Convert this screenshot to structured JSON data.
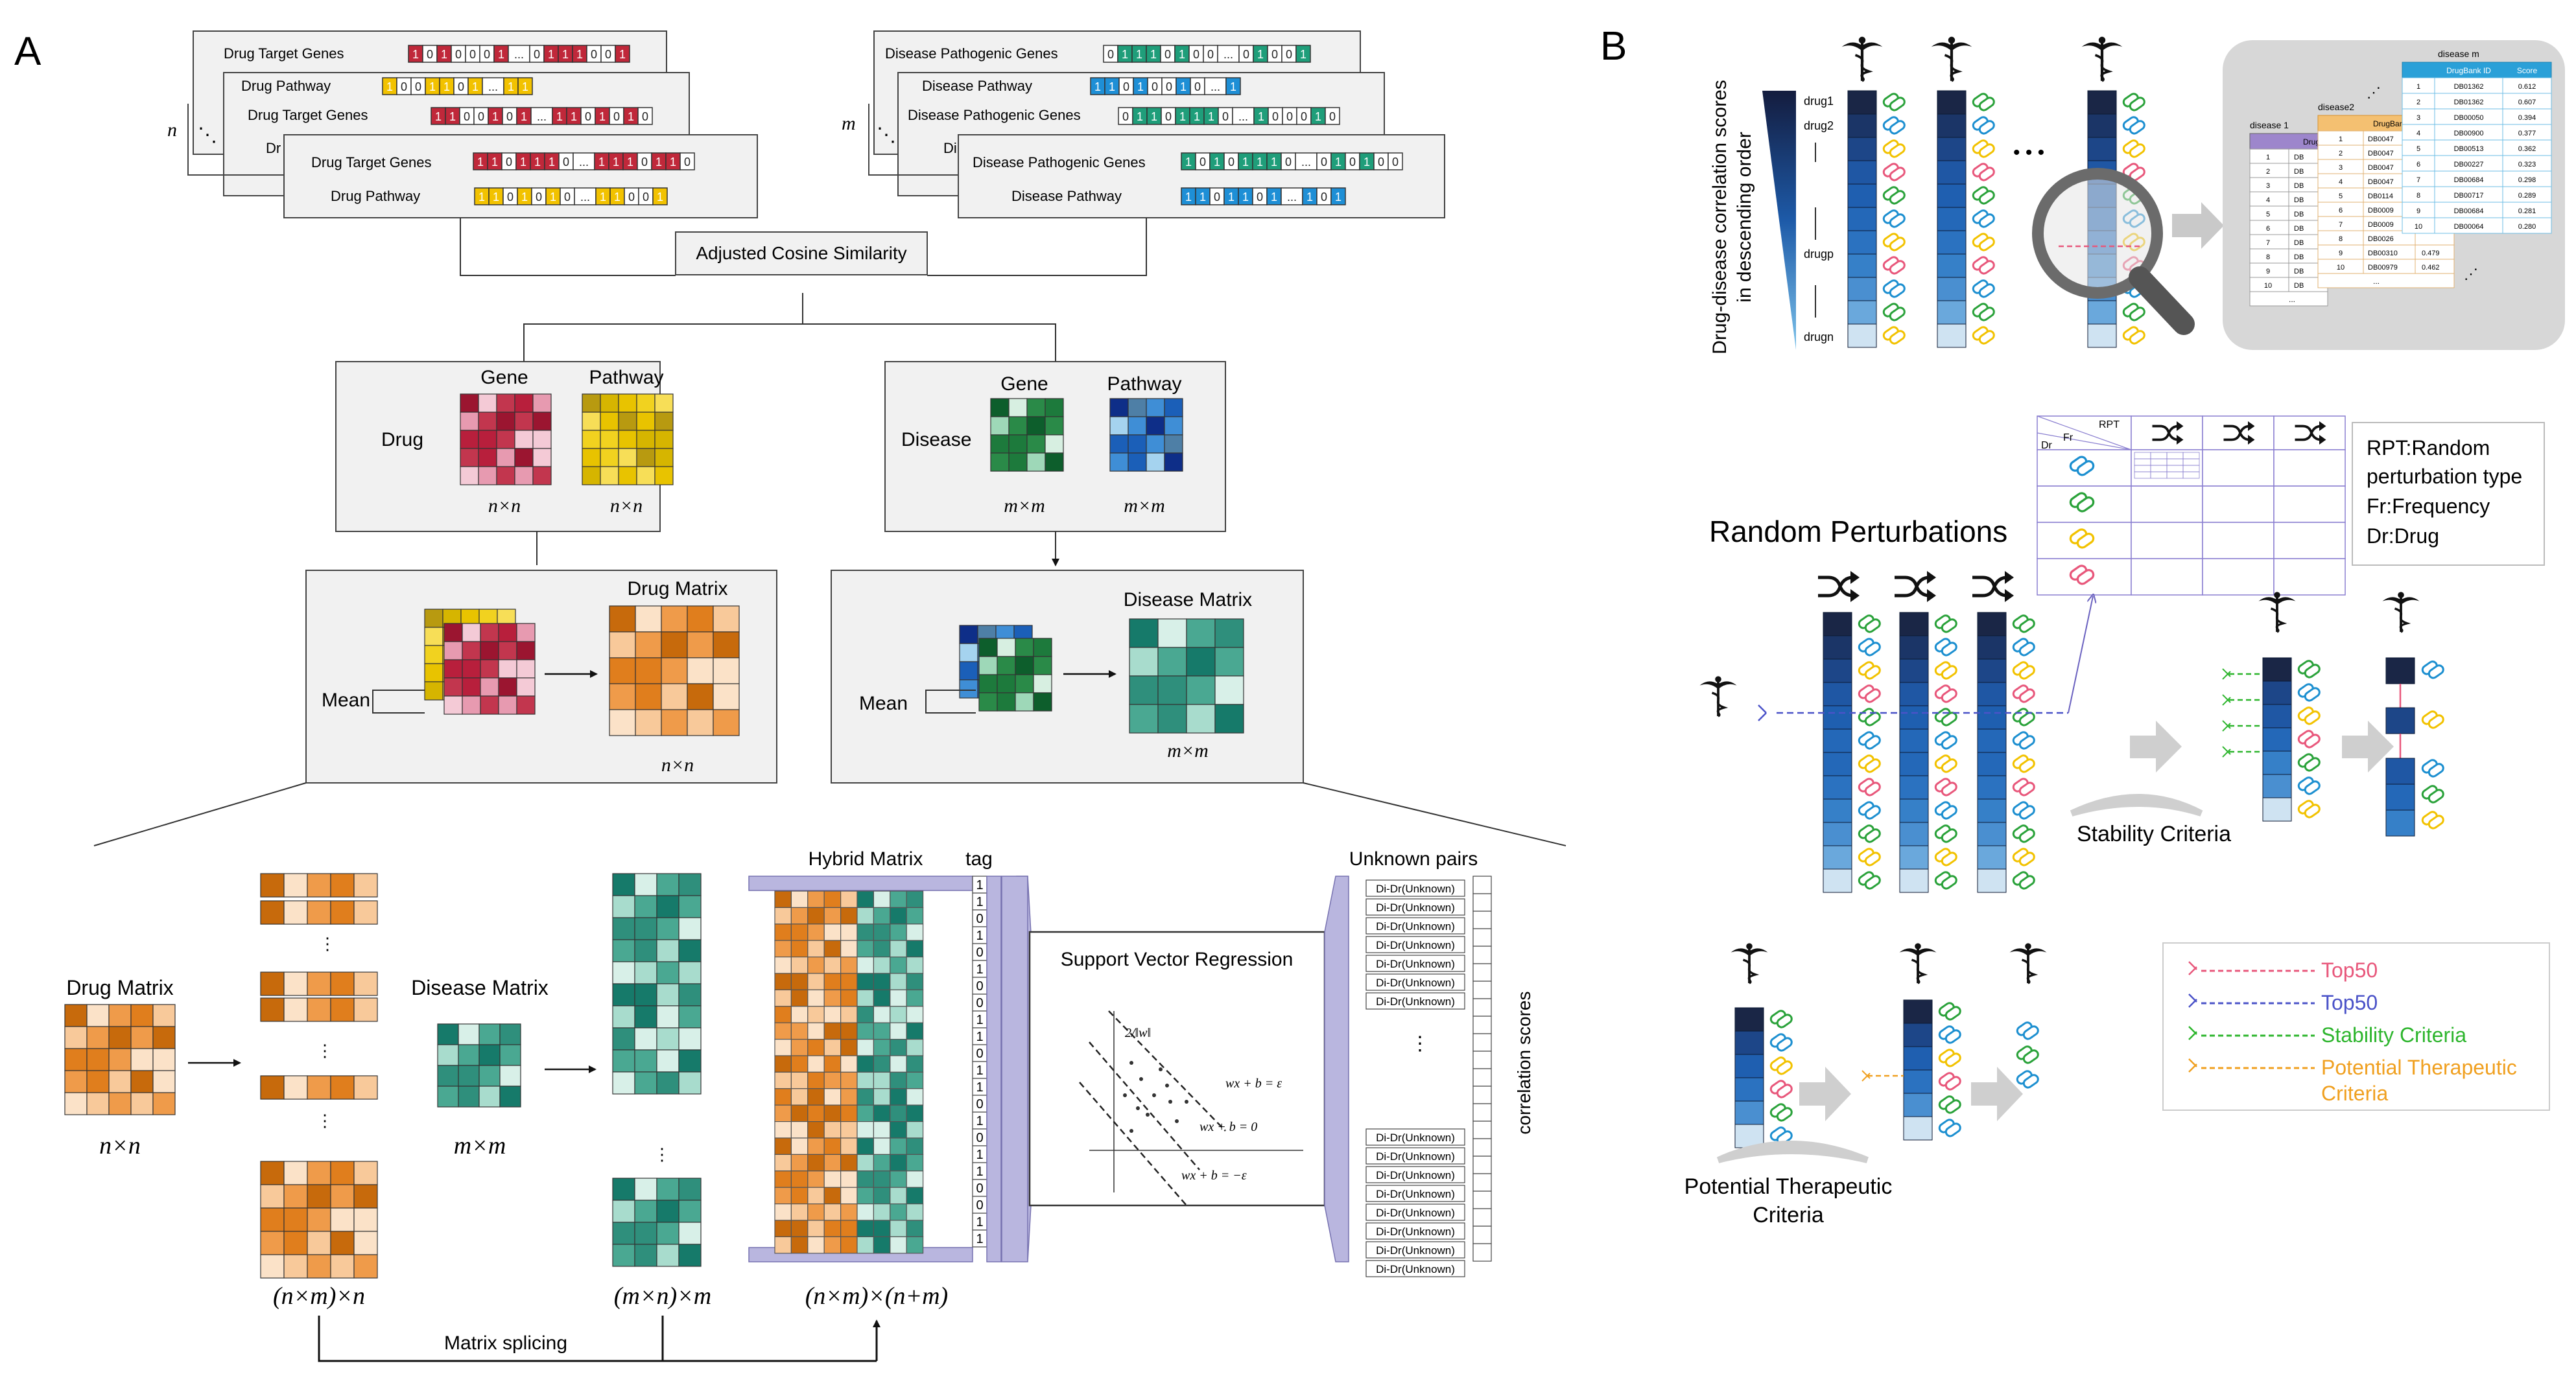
{
  "panel_a": {
    "letter": "A",
    "drug_stack": {
      "n_label": "n",
      "dots": "⋱",
      "front_gene": "Drug Target Genes",
      "front_pathway": "Drug Pathway",
      "back1_gene": "Drug Target Genes",
      "back1_pathway": "Drug Pathway",
      "back2_gene": "Drug Target Genes",
      "back2_partial": "Dr",
      "front_gene_bits": [
        "1",
        "1",
        "0",
        "1",
        "1",
        "1",
        "0",
        "...",
        "1",
        "1",
        "1",
        "0",
        "1",
        "1",
        "0"
      ],
      "front_pathway_bits": [
        "1",
        "1",
        "0",
        "1",
        "0",
        "1",
        "0",
        "...",
        "1",
        "1",
        "0",
        "0",
        "1"
      ],
      "back1_gene_bits": [
        "1",
        "1",
        "0",
        "0",
        "1",
        "0",
        "1",
        "...",
        "1",
        "1",
        "0",
        "1",
        "0",
        "1",
        "0"
      ],
      "back1_pathway_bits": [
        "1",
        "0",
        "0",
        "1",
        "1",
        "0",
        "1",
        "...",
        "1",
        "1"
      ],
      "back2_gene_bits": [
        "1",
        "0",
        "1",
        "0",
        "0",
        "0",
        "1",
        "...",
        "0",
        "1",
        "1",
        "1",
        "0",
        "0",
        "1"
      ]
    },
    "disease_stack": {
      "m_label": "m",
      "dots": "⋱",
      "front_gene": "Disease Pathogenic Genes",
      "front_pathway": "Disease Pathway",
      "back1_gene": "Disease Pathogenic Genes",
      "back1_pathway": "Disease Pathway",
      "back2_gene": "Disease Pathogenic Genes",
      "back2_partial": "Di",
      "front_gene_bits": [
        "1",
        "0",
        "1",
        "0",
        "1",
        "1",
        "1",
        "0",
        "...",
        "0",
        "1",
        "0",
        "1",
        "0",
        "0"
      ],
      "front_pathway_bits": [
        "1",
        "1",
        "0",
        "1",
        "1",
        "0",
        "1",
        "...",
        "1",
        "0",
        "1"
      ],
      "back1_gene_bits": [
        "0",
        "1",
        "1",
        "0",
        "1",
        "1",
        "1",
        "0",
        "...",
        "1",
        "0",
        "0",
        "0",
        "1",
        "0"
      ],
      "back1_pathway_bits": [
        "1",
        "1",
        "0",
        "1",
        "0",
        "0",
        "1",
        "0",
        "...",
        "1"
      ],
      "back2_gene_bits": [
        "0",
        "1",
        "1",
        "1",
        "0",
        "1",
        "0",
        "0",
        "...",
        "0",
        "1",
        "0",
        "0",
        "1"
      ]
    },
    "similarity_box": "Adjusted Cosine Similarity",
    "drug_sim": {
      "row_label": "Drug",
      "gene_title": "Gene",
      "pathway_title": "Pathway",
      "gene_dim": "n×n",
      "pathway_dim": "n×n"
    },
    "disease_sim": {
      "row_label": "Disease",
      "gene_title": "Gene",
      "pathway_title": "Pathway",
      "gene_dim": "m×m",
      "pathway_dim": "m×m"
    },
    "drug_mean": {
      "mean_label": "Mean",
      "matrix_title": "Drug Matrix",
      "dim": "n×n"
    },
    "disease_mean": {
      "mean_label": "Mean",
      "matrix_title": "Disease Matrix",
      "dim": "m×m"
    },
    "bottom": {
      "drug_matrix_title": "Drug Matrix",
      "drug_matrix_dim": "n×n",
      "disease_matrix_title": "Disease Matrix",
      "disease_matrix_dim": "m×m",
      "drug_rep_dim": "(n×m)×n",
      "disease_rep_dim": "(m×n)×m",
      "hybrid_title": "Hybrid Matrix",
      "hybrid_dim": "(n×m)×(n+m)",
      "tag_title": "tag",
      "tags": [
        "1",
        "1",
        "0",
        "1",
        "0",
        "1",
        "0",
        "0",
        "1",
        "1",
        "0",
        "1",
        "1",
        "0",
        "1",
        "0",
        "1",
        "1",
        "0",
        "0",
        "1",
        "1"
      ],
      "svr_title": "Support Vector Regression",
      "svr_eq_top": "wx + b = ε",
      "svr_eq_mid": "wx + b = 0",
      "svr_eq_bot": "wx + b = −ε",
      "svr_margin": "2/‖w‖",
      "unknown_title": "Unknown pairs",
      "unknown_item": "Di-Dr(Unknown)",
      "correlation_label": "correlation scores",
      "splicing_label": "Matrix splicing",
      "dots_v": "⋮"
    }
  },
  "panel_b": {
    "letter": "B",
    "axis_label_line1": "Drug-disease correlation scores",
    "axis_label_line2": "in descending order",
    "rank_labels": [
      "drug1",
      "drug2",
      "drugp",
      "drugn"
    ],
    "ellipsis": "• • •",
    "tables": {
      "t1_title": "disease 1",
      "t2_title": "disease2",
      "t3_title": "disease  m",
      "t3_headers": [
        "",
        "DrugBank ID",
        "Score"
      ],
      "t3_rows": [
        [
          "1",
          "DB01362",
          "0.612"
        ],
        [
          "2",
          "DB01362",
          "0.607"
        ],
        [
          "3",
          "DB00050",
          "0.394"
        ],
        [
          "4",
          "DB00900",
          "0.377"
        ],
        [
          "5",
          "DB00513",
          "0.362"
        ],
        [
          "6",
          "DB00227",
          "0.323"
        ],
        [
          "7",
          "DB00684",
          "0.298"
        ],
        [
          "8",
          "DB00717",
          "0.289"
        ],
        [
          "9",
          "DB00684",
          "0.281"
        ],
        [
          "10",
          "DB00064",
          "0.280"
        ]
      ],
      "t2_rows": [
        [
          "1",
          "DB0047"
        ],
        [
          "2",
          "DB0047"
        ],
        [
          "3",
          "DB0047"
        ],
        [
          "4",
          "DB0047"
        ],
        [
          "5",
          "DB0114"
        ],
        [
          "6",
          "DB0009"
        ],
        [
          "7",
          "DB0009"
        ],
        [
          "8",
          "DB0026"
        ],
        [
          "9",
          "DB00310",
          "0.479"
        ],
        [
          "10",
          "DB00979",
          "0.462"
        ]
      ],
      "t2_header": "DrugBan",
      "t1_header": "Drug",
      "t1_rows": [
        "1",
        "2",
        "3",
        "4",
        "5",
        "6",
        "7",
        "8",
        "9",
        "10"
      ],
      "t1_short": [
        "DB",
        "DB",
        "DB",
        "DB",
        "DB",
        "DB",
        "DB",
        "DB",
        "DB",
        "DB"
      ],
      "t2_dots": "...",
      "t1_dots": "..."
    },
    "random_title": "Random Perturbations",
    "rpt_table": {
      "corner_top": "RPT",
      "corner_mid": "Fr",
      "corner_left": "Dr"
    },
    "legend_box": {
      "line1": "RPT:Random",
      "line2": "perturbation type",
      "line3": "Fr:Frequency",
      "line4": "Dr:Drug"
    },
    "stability_label": "Stability Criteria",
    "potential_label_line1": "Potential Therapeutic",
    "potential_label_line2": "Criteria",
    "legend": [
      {
        "label": "Top50",
        "color": "#e8577b"
      },
      {
        "label": "Top50",
        "color": "#4a52c8"
      },
      {
        "label": "Stability Criteria",
        "color": "#2db52d"
      },
      {
        "label": "Potential Therapeutic",
        "label2": "Criteria",
        "color": "#f0a020"
      }
    ]
  },
  "colors": {
    "drug_red": "#c0283a",
    "drug_yellow": "#f2c200",
    "disease_teal": "#1f9e7a",
    "disease_blue": "#1e8fd6",
    "orange": "#e07a10",
    "teal": "#229c88",
    "navy": "#1a2e58",
    "lavender": "#b9b6df"
  }
}
